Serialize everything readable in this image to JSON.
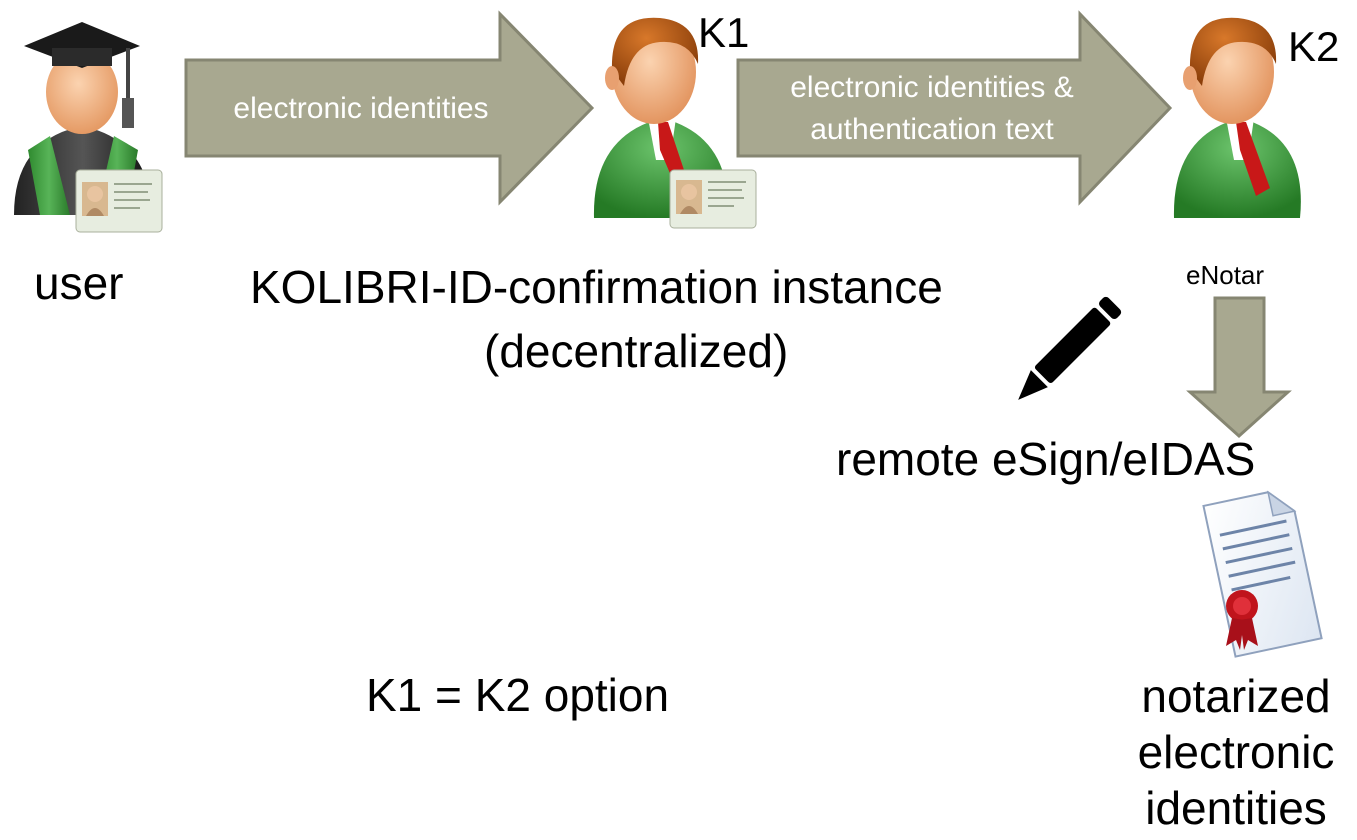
{
  "actors": {
    "user": {
      "label": "user",
      "icon": "graduate-user-icon"
    },
    "k1": {
      "tag": "K1",
      "icon": "person-with-id-card-icon"
    },
    "k2": {
      "tag": "K2",
      "icon": "person-icon"
    }
  },
  "arrows": {
    "user_to_k1": {
      "label": "electronic identities"
    },
    "k1_to_k2": {
      "line1": "electronic identities &",
      "line2": "authentication text"
    }
  },
  "labels": {
    "instance_line1": "KOLIBRI-ID-confirmation instance",
    "instance_line2": "(decentralized)",
    "enotar": "eNotar",
    "remote_esign": "remote eSign/eIDAS",
    "option": "K1 = K2 option",
    "notarized_line1": "notarized",
    "notarized_line2": "electronic",
    "notarized_line3": "identities"
  },
  "icons": {
    "pencil": "pencil-icon",
    "document": "certificate-document-icon"
  },
  "colors": {
    "arrow_fill": "#a8a890",
    "arrow_stroke": "#868672",
    "person_green": "#3a9a3a",
    "hair_brown": "#b35a14",
    "tie_red": "#c81818",
    "seal_red": "#c0141c"
  }
}
